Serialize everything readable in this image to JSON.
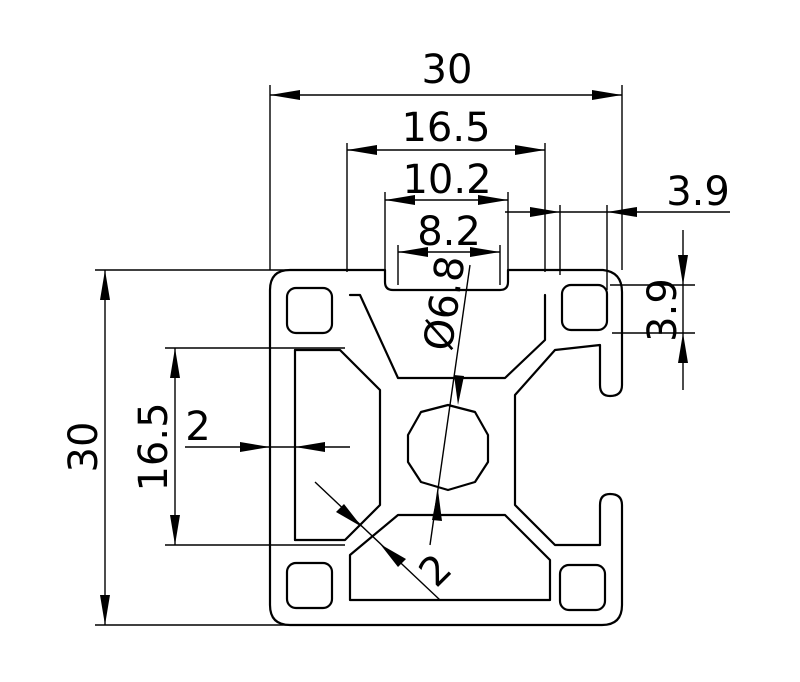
{
  "drawing": {
    "dimensions": {
      "width_total": "30",
      "height_total": "30",
      "slot_outer_width": "16.5",
      "slot_opening": "10.2",
      "slot_neck": "8.2",
      "lip_width": "3.9",
      "lip_height": "3.9",
      "inner_height": "16.5",
      "wall_thickness": "2",
      "web_thickness": "2",
      "center_bore": "Ø6.8"
    }
  }
}
